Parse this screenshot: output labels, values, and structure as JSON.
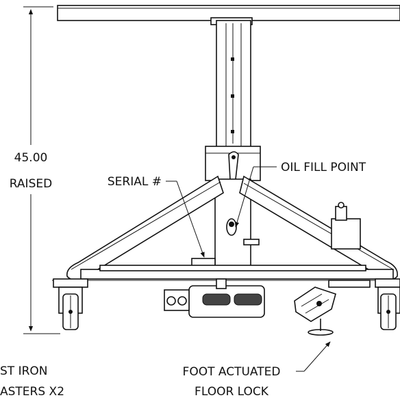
{
  "dimension": {
    "value": "45.00",
    "caption": "RAISED"
  },
  "callouts": {
    "serial": "SERIAL #",
    "oil_fill": "OIL FILL POINT",
    "casters_line1": "ST IRON",
    "casters_line2": "ASTERS X2",
    "floor_lock_line1": "FOOT ACTUATED",
    "floor_lock_line2": "FLOOR LOCK"
  }
}
